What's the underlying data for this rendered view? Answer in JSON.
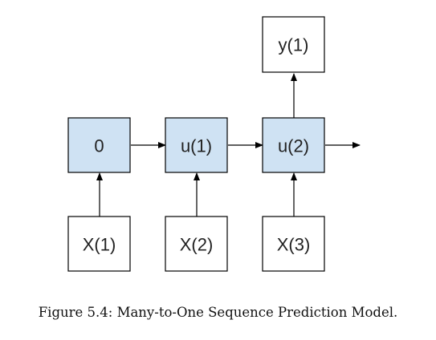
{
  "diagram": {
    "nodes": {
      "y1": {
        "label": "y(1)",
        "fill": "#ffffff"
      },
      "h0": {
        "label": "0",
        "fill": "#cfe2f3"
      },
      "u1": {
        "label": "u(1)",
        "fill": "#cfe2f3"
      },
      "u2": {
        "label": "u(2)",
        "fill": "#cfe2f3"
      },
      "x1": {
        "label": "X(1)",
        "fill": "#ffffff"
      },
      "x2": {
        "label": "X(2)",
        "fill": "#ffffff"
      },
      "x3": {
        "label": "X(3)",
        "fill": "#ffffff"
      }
    },
    "edges": [
      {
        "from": "x1",
        "to": "h0"
      },
      {
        "from": "x2",
        "to": "u1"
      },
      {
        "from": "x3",
        "to": "u2"
      },
      {
        "from": "h0",
        "to": "u1"
      },
      {
        "from": "u1",
        "to": "u2"
      },
      {
        "from": "u2",
        "to": "y1"
      },
      {
        "from": "u2",
        "to": "output"
      }
    ]
  },
  "caption": "Figure 5.4: Many-to-One Sequence Prediction Model."
}
